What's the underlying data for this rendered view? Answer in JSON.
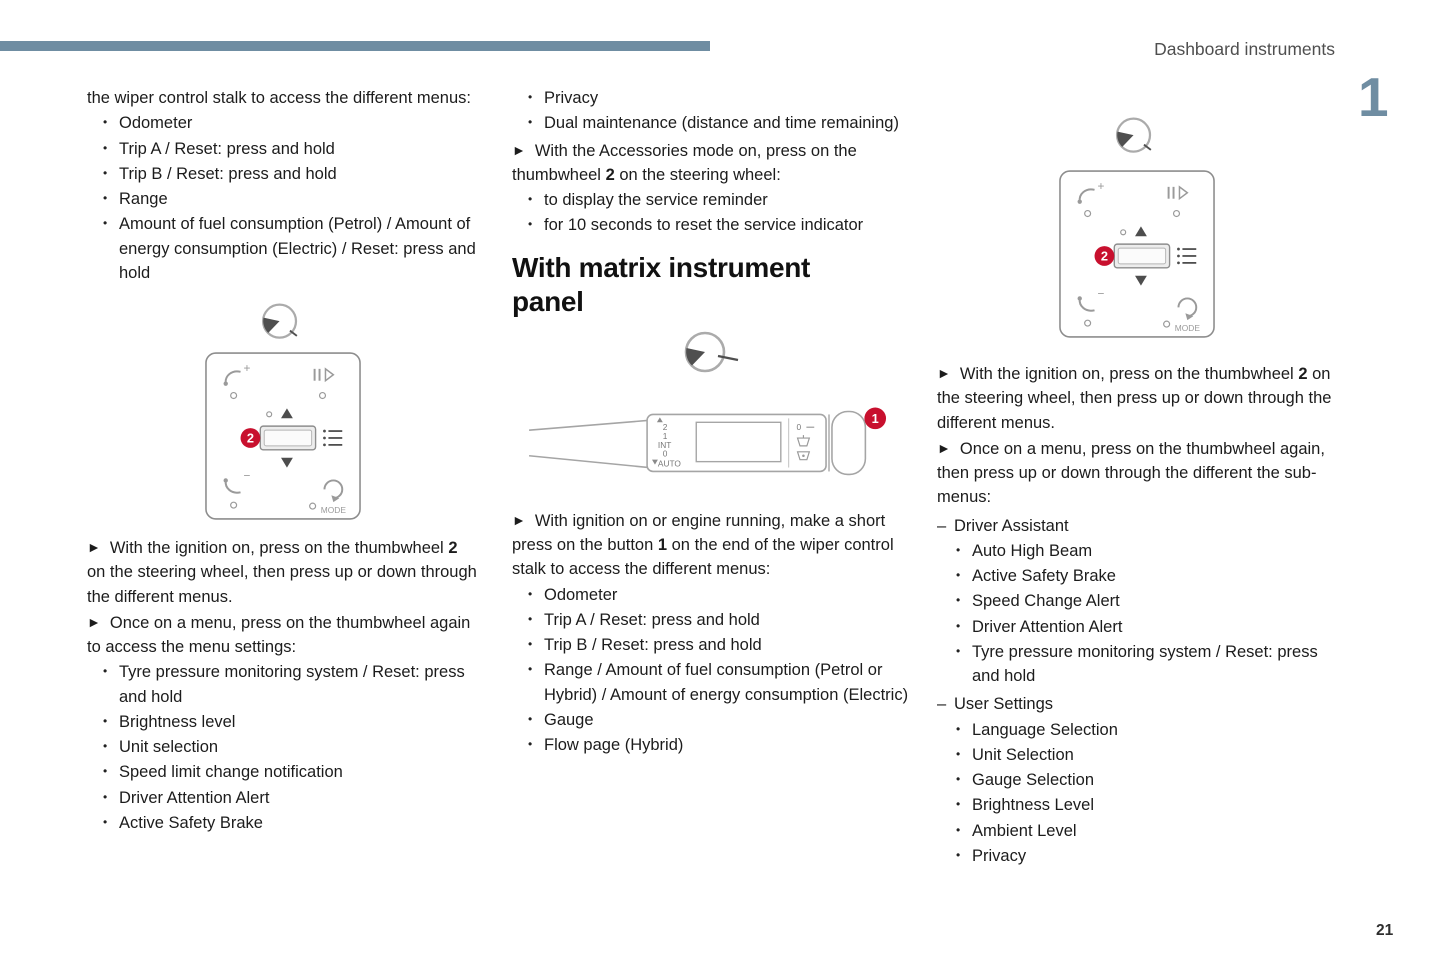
{
  "glyphs": {
    "bullet": "•",
    "arrow": "►",
    "dash": "–"
  },
  "page": {
    "header_title": "Dashboard instruments",
    "chapter_number": "1",
    "page_number": "21"
  },
  "col1": {
    "intro": "the wiper control stalk to access the different menus:",
    "menu_items": [
      "Odometer",
      "Trip A / Reset: press and hold",
      "Trip B / Reset: press and hold",
      "Range",
      "Amount of fuel consumption (Petrol) / Amount of energy consumption (Electric) / Reset: press and hold"
    ],
    "para1": {
      "pre": "With the ignition on, press on the thumbwheel ",
      "bold": "2",
      "post": " on the steering wheel, then press up or down through the different menus."
    },
    "para2": "Once on a menu, press on the thumbwheel again to access the menu settings:",
    "settings_items": [
      "Tyre pressure monitoring system / Reset: press and hold",
      "Brightness level",
      "Unit selection",
      "Speed limit change notification",
      "Driver Attention Alert",
      "Active Safety Brake"
    ]
  },
  "col2": {
    "top_items": [
      "Privacy",
      "Dual maintenance (distance and time remaining)"
    ],
    "para1": {
      "pre": "With the Accessories mode on, press on the thumbwheel ",
      "bold": "2",
      "post": " on the steering wheel:"
    },
    "service_items": [
      "to display the service reminder",
      "for 10 seconds to reset the service indicator"
    ],
    "heading": "With matrix instrument panel",
    "para2": {
      "pre": "With ignition on or engine running, make a short press on the button ",
      "bold": "1",
      "post": " on the end of the wiper control stalk to access the different menus:"
    },
    "menu_items": [
      "Odometer",
      "Trip A / Reset: press and hold",
      "Trip B / Reset: press and hold",
      "Range / Amount of fuel consumption (Petrol or Hybrid) / Amount of energy consumption (Electric)",
      "Gauge",
      "Flow page (Hybrid)"
    ]
  },
  "col3": {
    "para1": {
      "pre": "With the ignition on, press on the thumbwheel ",
      "bold": "2",
      "post": " on the steering wheel, then press up or down through the different menus."
    },
    "para2": "Once on a menu, press on the thumbwheel again, then press up or down through the different the sub-menus:",
    "groups": [
      {
        "label": "Driver Assistant",
        "items": [
          "Auto High Beam",
          "Active Safety Brake",
          "Speed Change Alert",
          "Driver Attention Alert",
          "Tyre pressure monitoring system / Reset: press and hold"
        ]
      },
      {
        "label": "User Settings",
        "items": [
          "Language Selection",
          "Unit Selection",
          "Gauge Selection",
          "Brightness Level",
          "Ambient Level",
          "Privacy"
        ]
      }
    ]
  },
  "diagram": {
    "mode_label": "MODE",
    "plus": "+",
    "minus": "−",
    "thumbwheel_badge": "2",
    "stalk_badge": "1",
    "stalk_marks": [
      "2",
      "1",
      "INT",
      "0",
      "AUTO"
    ],
    "stalk_zero": "0"
  },
  "colors": {
    "accent_bar": "#6f8da2",
    "badge_red": "#c8102e"
  }
}
